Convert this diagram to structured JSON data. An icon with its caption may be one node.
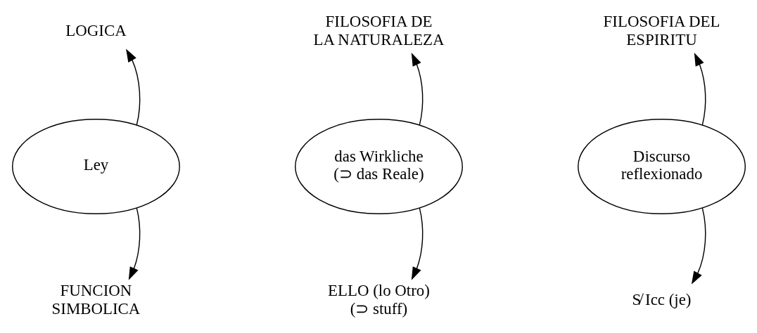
{
  "diagram": {
    "nodes": [
      {
        "text": [
          "LOGICA"
        ]
      },
      {
        "text": [
          "FILOSOFIA DE LA NATURALEZA"
        ]
      },
      {
        "text": [
          "FILOSOFIA DEL ESPIRITU"
        ]
      },
      {
        "text": [
          "Ley"
        ]
      },
      {
        "text": [
          "das Wirkliche (⊃ das Reale)"
        ]
      },
      {
        "text": [
          "Discurso reflexionado"
        ]
      },
      {
        "text": [
          "FUNCION SIMBOLICA"
        ]
      },
      {
        "text": [
          "ELLO (lo Otro) (⊃ stuff)"
        ]
      },
      {
        "text": [
          "S̸ Icc (je)"
        ]
      }
    ],
    "edges": [
      {
        "from": 3,
        "to": 0,
        "arrow": "to"
      },
      {
        "from": 3,
        "to": 6,
        "arrow": "to"
      },
      {
        "from": 4,
        "to": 1,
        "arrow": "to"
      },
      {
        "from": 4,
        "to": 7,
        "arrow": "to"
      },
      {
        "from": 5,
        "to": 2,
        "arrow": "to"
      },
      {
        "from": 5,
        "to": 8,
        "arrow": "to"
      }
    ]
  }
}
